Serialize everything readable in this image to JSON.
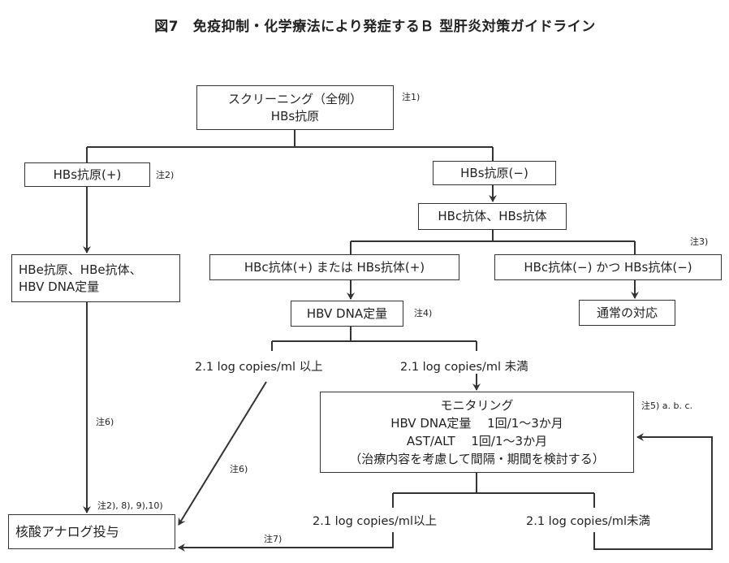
{
  "title": "図7　免疫抑制・化学療法により発症するＢ 型肝炎対策ガイドライン",
  "boxes": {
    "screening": [
      "スクリーニング（全例）",
      "HBs抗原"
    ],
    "hbs_positive": "HBs抗原(+)",
    "hbs_negative": "HBs抗原(−)",
    "hbc_hbs_antibody": "HBc抗体、HBs抗体",
    "hbe_tests": [
      "HBe抗原、HBe抗体、",
      "HBV DNA定量"
    ],
    "antibody_positive": "HBc抗体(+) または HBs抗体(+)",
    "antibody_negative": "HBc抗体(−) かつ HBs抗体(−)",
    "hbv_dna": "HBV DNA定量",
    "usual_care": "通常の対応",
    "monitoring": [
      "モニタリング",
      "HBV DNA定量　 1回/1〜3か月",
      "AST/ALT　 1回/1〜3か月",
      "（治療内容を考慮して間隔・期間を検討する）"
    ],
    "nucleoside_analog": "核酸アナログ投与"
  },
  "branch_labels": {
    "dna_high": "2.1 log copies/ml 以上",
    "dna_low": "2.1 log copies/ml 未満",
    "monitor_high": "2.1 log copies/ml以上",
    "monitor_low": "2.1 log copies/ml未満"
  },
  "notes": {
    "n1": "注1)",
    "n2": "注2)",
    "n3": "注3)",
    "n4": "注4)",
    "n5": "注5) a. b. c.",
    "n6_left": "注6)",
    "n6_diag": "注6)",
    "n2_8_9_10": "注2), 8), 9),10)",
    "n7": "注7)"
  }
}
